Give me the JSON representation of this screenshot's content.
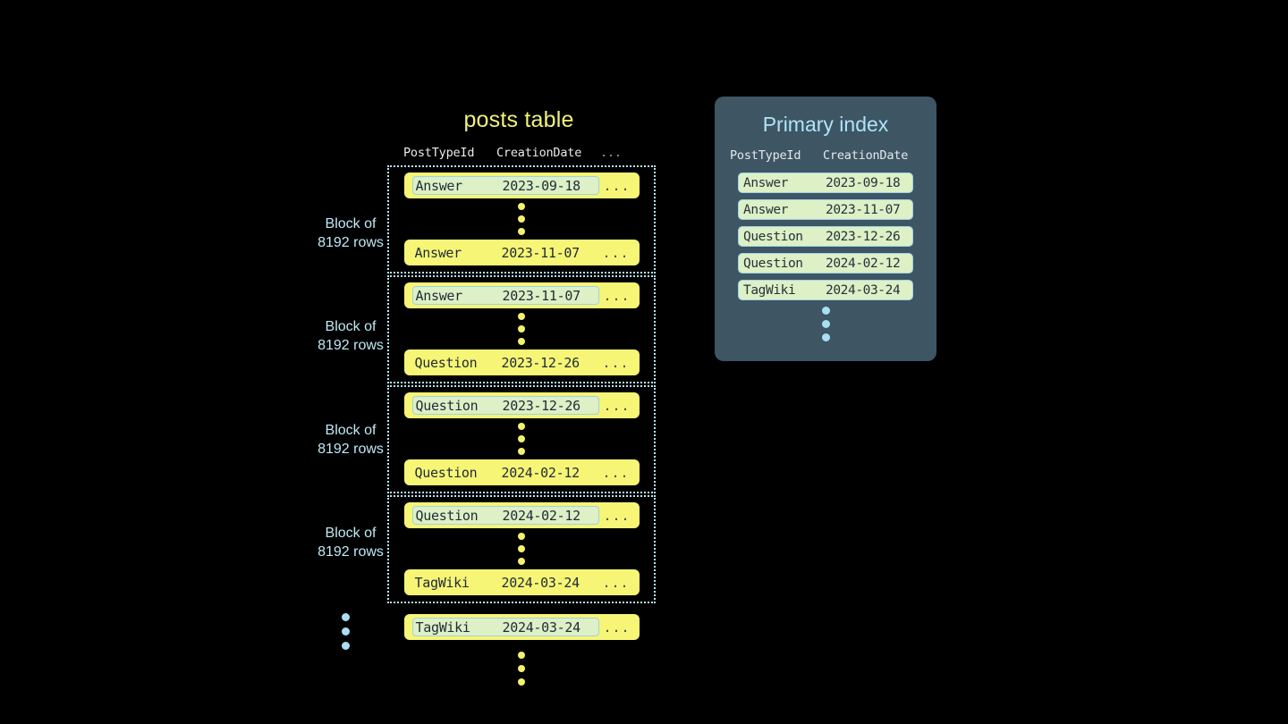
{
  "posts_table": {
    "title": "posts table",
    "columns": [
      "PostTypeId",
      "CreationDate",
      "..."
    ],
    "row_ellipsis": "...",
    "blocks": [
      {
        "label_line1": "Block of",
        "label_line2": "8192 rows",
        "first_row": {
          "type": "Answer",
          "date": "2023-09-18",
          "highlighted": true
        },
        "last_row": {
          "type": "Answer",
          "date": "2023-11-07",
          "highlighted": false
        }
      },
      {
        "label_line1": "Block of",
        "label_line2": "8192 rows",
        "first_row": {
          "type": "Answer",
          "date": "2023-11-07",
          "highlighted": true
        },
        "last_row": {
          "type": "Question",
          "date": "2023-12-26",
          "highlighted": false
        }
      },
      {
        "label_line1": "Block of",
        "label_line2": "8192 rows",
        "first_row": {
          "type": "Question",
          "date": "2023-12-26",
          "highlighted": true
        },
        "last_row": {
          "type": "Question",
          "date": "2024-02-12",
          "highlighted": false
        }
      },
      {
        "label_line1": "Block of",
        "label_line2": "8192 rows",
        "first_row": {
          "type": "Question",
          "date": "2024-02-12",
          "highlighted": true
        },
        "last_row": {
          "type": "TagWiki",
          "date": "2024-03-24",
          "highlighted": false
        }
      }
    ],
    "trailing_row": {
      "type": "TagWiki",
      "date": "2024-03-24",
      "highlighted": true
    }
  },
  "primary_index": {
    "title": "Primary index",
    "columns": [
      "PostTypeId",
      "CreationDate"
    ],
    "rows": [
      {
        "type": "Answer",
        "date": "2023-09-18"
      },
      {
        "type": "Answer",
        "date": "2023-11-07"
      },
      {
        "type": "Question",
        "date": "2023-12-26"
      },
      {
        "type": "Question",
        "date": "2024-02-12"
      },
      {
        "type": "TagWiki",
        "date": "2024-03-24"
      }
    ]
  },
  "colors": {
    "background": "#000000",
    "table_title": "#f2f27a",
    "row_fill": "#f7f576",
    "highlight_fill": "#ddf0c6",
    "highlight_border": "#9ed3e6",
    "block_border": "#b9e6f5",
    "label_text": "#bfe9f7",
    "panel_background": "#3e5564",
    "panel_title": "#aee4f7",
    "yellow_dot": "#f4f170",
    "blue_dot": "#a8dff2"
  }
}
